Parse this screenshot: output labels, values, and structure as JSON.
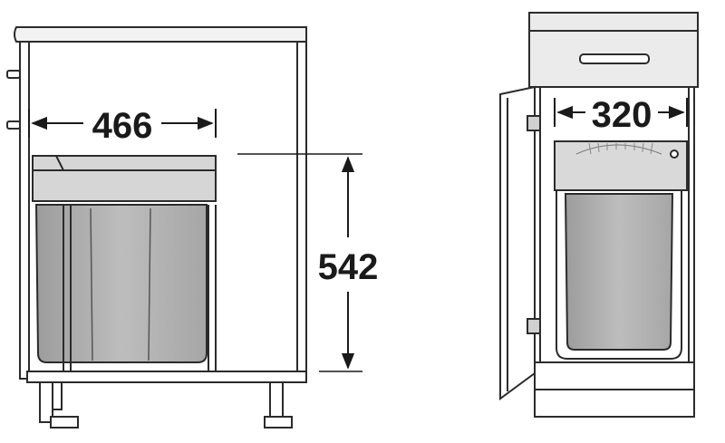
{
  "dimensions": {
    "width_left": "466",
    "height_left": "542",
    "width_right": "320"
  },
  "colors": {
    "line": "#2b2b2b",
    "cabinet_fill": "#ffffff",
    "bin_fill": "#b3b3b3",
    "bin_dark": "#9a9a9a",
    "frame_fill": "#d9d9d9",
    "panel_fill": "#e6e6e6"
  }
}
